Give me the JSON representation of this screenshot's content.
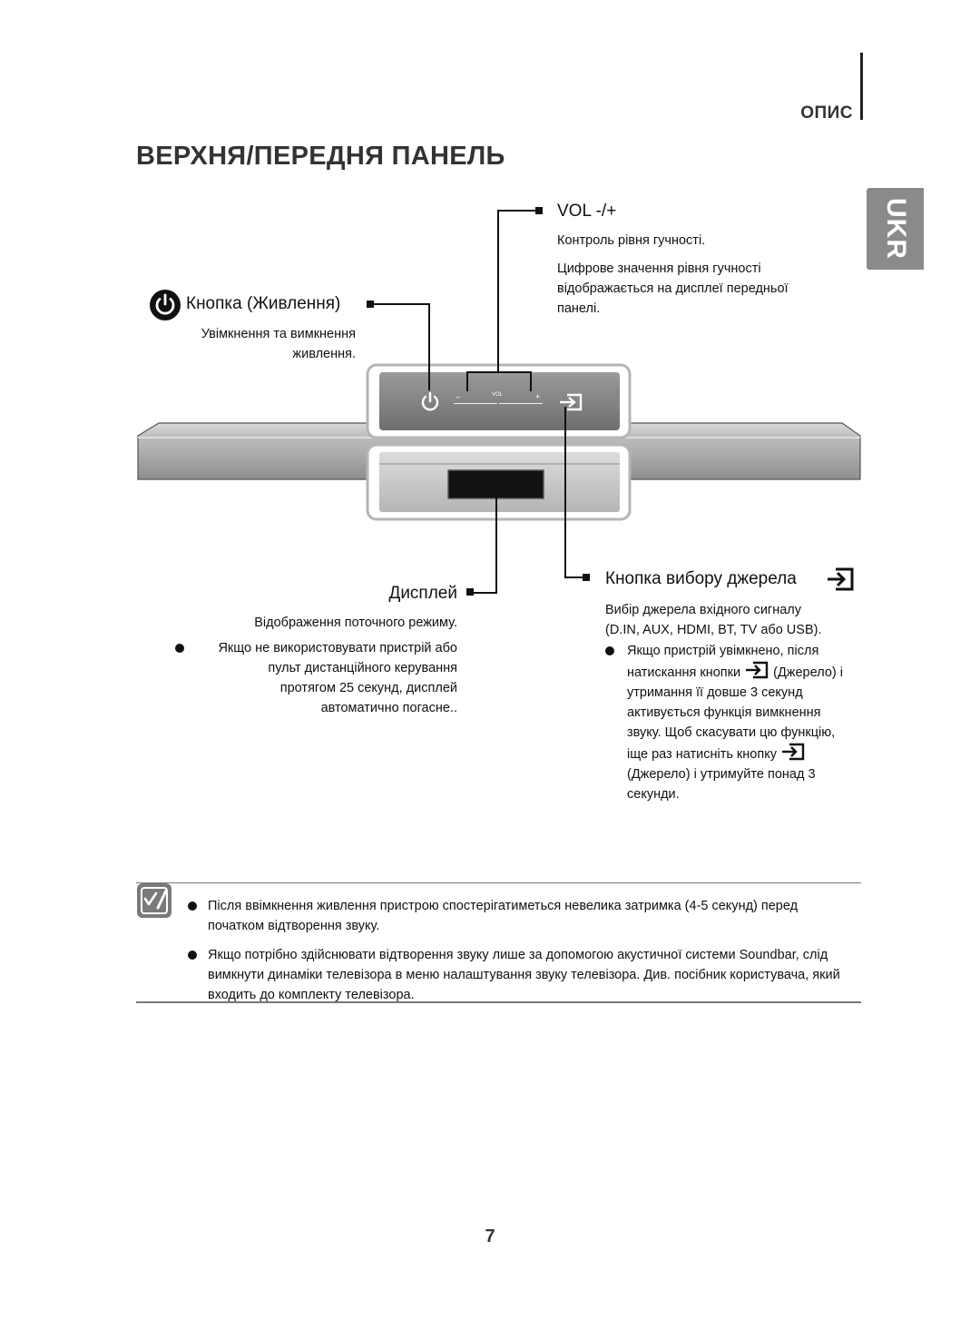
{
  "header": {
    "section": "ОПИС",
    "lang_tab": "UKR",
    "title": "ВЕРХНЯ/ПЕРЕДНЯ ПАНЕЛЬ"
  },
  "vol": {
    "title": "VOL -/+",
    "desc1": "Контроль рівня гучності.",
    "desc2_lines": [
      "Цифрове значення рівня гучності",
      "відображається на дисплеї передньої",
      "панелі."
    ]
  },
  "power": {
    "title": "Кнопка (Живлення)",
    "desc_lines": [
      "Увімкнення та вимкнення",
      "живлення."
    ]
  },
  "device": {
    "vol_minus": "–",
    "vol_label": "VOL",
    "vol_plus": "+"
  },
  "display": {
    "title": "Дисплей",
    "desc": "Відображення поточного режиму.",
    "bullet_lines": [
      "Якщо не використовувати пристрій або",
      "пульт дистанційного керування",
      "протягом 25 секунд, дисплей",
      "автоматично погасне.."
    ]
  },
  "source": {
    "title": "Кнопка вибору джерела",
    "desc_lines": [
      "Вибір джерела вхідного сигналу",
      "(D.IN, AUX, HDMI, BT, TV або USB)."
    ],
    "bullet_line1": "Якщо пристрій увімкнено, після",
    "bullet_line2_a": "натискання кнопки",
    "bullet_line2_b": "(Джерело) і",
    "bullet_line3": "утримання її довше 3 секунд",
    "bullet_line4": "активується функція вимкнення",
    "bullet_line5": "звуку. Щоб скасувати цю функцію,",
    "bullet_line6": "іще раз натисніть кнопку",
    "bullet_line7": "(Джерело) і утримуйте понад 3",
    "bullet_line8": "секунди."
  },
  "notes": {
    "items": [
      "Після ввімкнення живлення пристрою спостерігатиметься невелика затримка (4-5 секунд) перед початком відтворення звуку.",
      "Якщо потрібно здійснювати відтворення звуку лише за допомогою акустичної системи Soundbar, слід вимкнути динаміки телевізора в меню налаштування звуку телевізора. Див. посібник користувача, який входить до комплекту телевізора."
    ]
  },
  "footer": {
    "page_number": "7"
  },
  "icons": [
    "power-icon",
    "source-icon",
    "note-icon"
  ]
}
